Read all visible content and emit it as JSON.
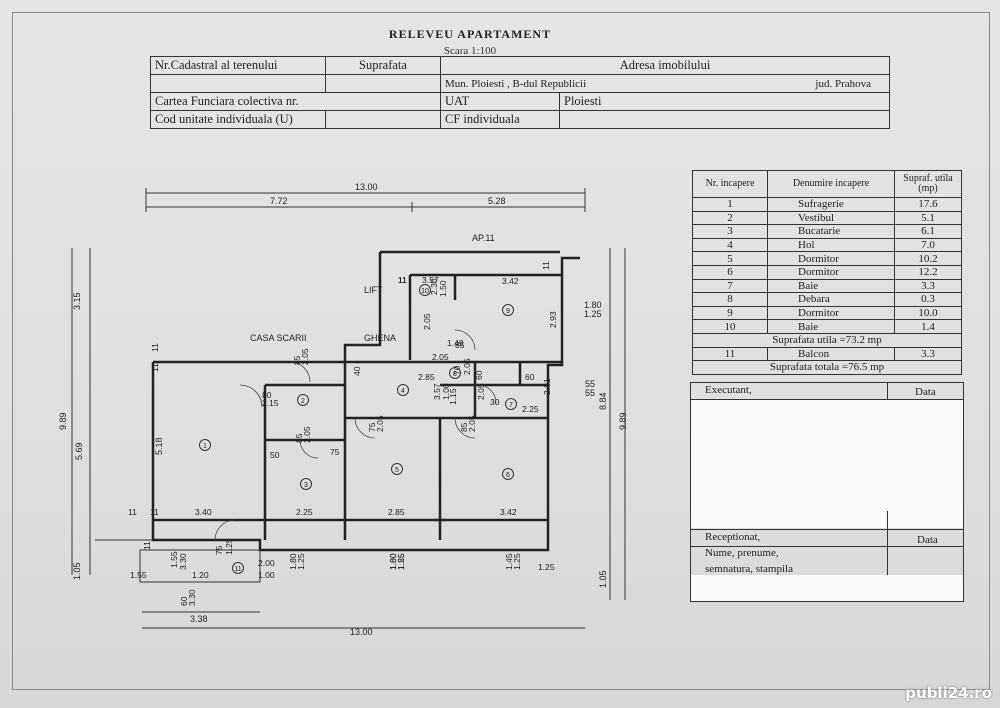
{
  "title": "RELEVEU APARTAMENT",
  "scale": "Scara 1:100",
  "header": {
    "cadastral_label": "Nr.Cadastral al terenului",
    "surface_label": "Suprafata",
    "address_label": "Adresa imobilului",
    "address_value": "Mun. Ploiesti , B-dul Republicii",
    "county": "jud. Prahova",
    "land_book_label": "Cartea Funciara colectiva nr.",
    "uat_label": "UAT",
    "uat_value": "Ploiesti",
    "unit_code_label": "Cod unitate individuala (U)",
    "cf_label": "CF individuala"
  },
  "rooms_table": {
    "headers": [
      "Nr. incapere",
      "Denumire incapere",
      "Supraf. utila (mp)"
    ],
    "rows": [
      {
        "nr": "1",
        "name": "Sufragerie",
        "area": "17.6"
      },
      {
        "nr": "2",
        "name": "Vestibul",
        "area": "5.1"
      },
      {
        "nr": "3",
        "name": "Bucatarie",
        "area": "6.1"
      },
      {
        "nr": "4",
        "name": "Hol",
        "area": "7.0"
      },
      {
        "nr": "5",
        "name": "Dormitor",
        "area": "10.2"
      },
      {
        "nr": "6",
        "name": "Dormitor",
        "area": "12.2"
      },
      {
        "nr": "7",
        "name": "Baie",
        "area": "3.3"
      },
      {
        "nr": "8",
        "name": "Debara",
        "area": "0.3"
      },
      {
        "nr": "9",
        "name": "Dormitor",
        "area": "10.0"
      },
      {
        "nr": "10",
        "name": "Baie",
        "area": "1.4"
      }
    ],
    "useful_total": "Suprafata utila =73.2 mp",
    "balcony": {
      "nr": "11",
      "name": "Balcon",
      "area": "3.3"
    },
    "grand_total": "Suprafata totala =76.5 mp"
  },
  "signatures": {
    "executant": "Executant,",
    "date1": "Data",
    "receptionat": "Receptionat,",
    "date2": "Data",
    "name_line": "Nume, prenume,",
    "sign_line": "semnatura, stampila"
  },
  "plan": {
    "labels": {
      "ap": "AP.11",
      "lift": "LIFT",
      "stair": "CASA SCARII",
      "ghena": "GHENA"
    },
    "top_dims": [
      "13.00",
      "7.72",
      "5.28"
    ],
    "bottom_dims": [
      "3.38",
      "13.00"
    ],
    "left_dims": [
      "3.15",
      "9.89",
      "5.69",
      "5.18",
      "1.05"
    ],
    "right_dims": [
      "8.84",
      "9.89",
      "1.05",
      "1.80",
      "1.25",
      "55",
      "55"
    ],
    "room_dims": [
      "3.40",
      "2.25",
      "2.85",
      "3.42",
      "3.42",
      "2.93",
      "2.85",
      "2.25",
      "2.81",
      "3.57",
      "3.57",
      "2.30",
      "1.50",
      "1.49",
      "1.15",
      "1.25",
      "1.20",
      "2.00",
      "1.00",
      "1.55",
      "3.30",
      "1.00",
      "1.55",
      "1.45",
      "1.25",
      "1.80",
      "1.25",
      "1.80",
      "1.25",
      "75",
      "1.25",
      "80",
      "2.15",
      "85",
      "2.05",
      "75",
      "2.05",
      "85",
      "2.05",
      "85",
      "2.05",
      "60",
      "2.05",
      "30",
      "60",
      "2.05",
      "85",
      "2.05",
      "70",
      "2.05",
      "1.00",
      "50",
      "75",
      "11",
      "11",
      "11",
      "11",
      "11",
      "11",
      "11",
      "11",
      "11",
      "40",
      "60",
      "3.30",
      "1.55",
      "1.00"
    ],
    "room_numbers": [
      "1",
      "2",
      "3",
      "4",
      "5",
      "6",
      "7",
      "8",
      "9",
      "10",
      "11"
    ]
  },
  "watermark": "publi24.ro"
}
